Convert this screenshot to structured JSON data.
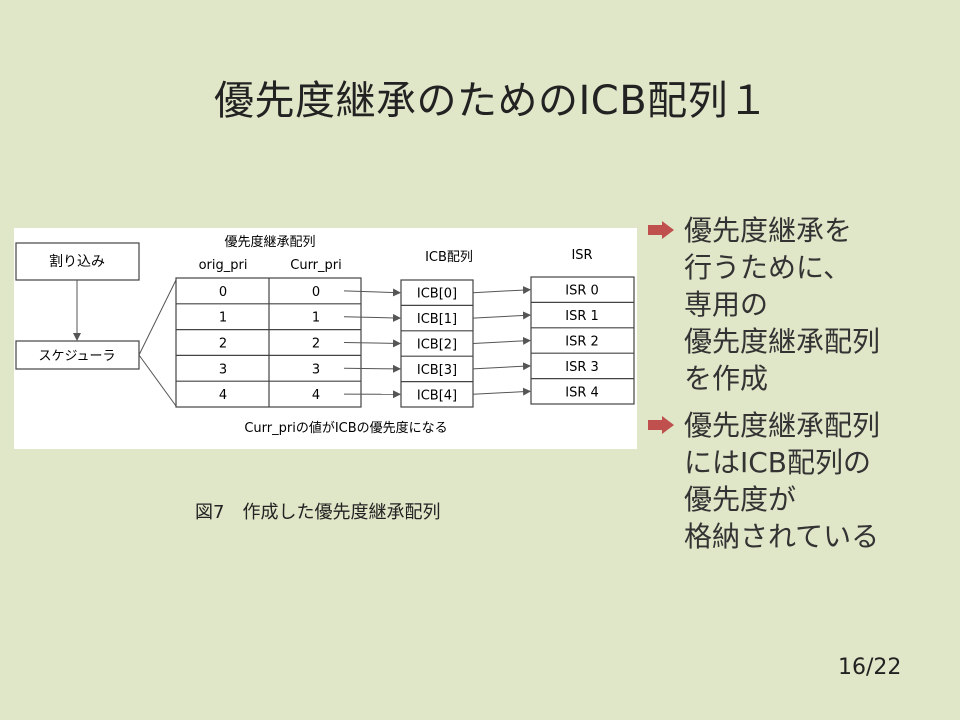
{
  "slide": {
    "title": "優先度継承のためのICB配列１",
    "page_number": "16/22"
  },
  "figure": {
    "caption": "図7　作成した優先度継承配列",
    "interrupt_label": "割り込み",
    "scheduler_label": "スケジューラ",
    "table_title": "優先度継承配列",
    "col_orig": "orig_pri",
    "col_curr": "Curr_pri",
    "icb_header": "ICB配列",
    "isr_header": "ISR",
    "orig_values": [
      "0",
      "1",
      "2",
      "3",
      "4"
    ],
    "curr_values": [
      "0",
      "1",
      "2",
      "3",
      "4"
    ],
    "icb_items": [
      "ICB[0]",
      "ICB[1]",
      "ICB[2]",
      "ICB[3]",
      "ICB[4]"
    ],
    "isr_items": [
      "ISR 0",
      "ISR 1",
      "ISR 2",
      "ISR 3",
      "ISR 4"
    ],
    "note": "Curr_priの値がICBの優先度になる"
  },
  "bullets": [
    {
      "lines": [
        "優先度継承を",
        "行うために、",
        "専用の",
        "優先度継承配列",
        "を作成"
      ]
    },
    {
      "lines": [
        "優先度継承配列",
        "にはICB配列の",
        "優先度が",
        "格納されている"
      ]
    }
  ],
  "colors": {
    "background": "#e0e6c8",
    "bullet_arrow": "#c0504d"
  }
}
